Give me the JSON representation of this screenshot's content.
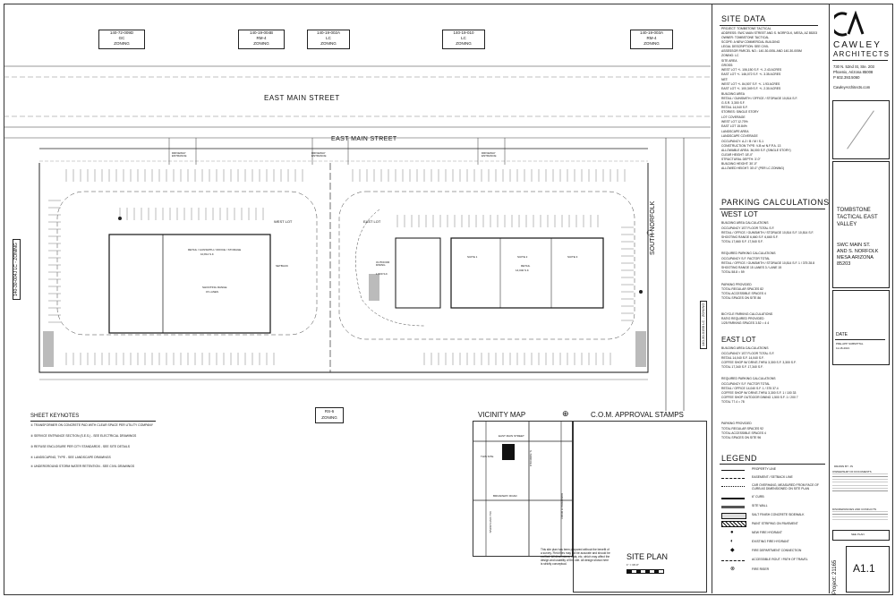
{
  "zoning": [
    {
      "code": "140-72-009D",
      "zone": "GC",
      "z": "ZONING"
    },
    {
      "code": "140-19-004B",
      "zone": "RM-4",
      "z": "ZONING"
    },
    {
      "code": "140-19-002A",
      "zone": "LC",
      "z": "ZONING"
    },
    {
      "code": "140-19-010",
      "zone": "LC",
      "z": "ZONING"
    },
    {
      "code": "140-19-003A",
      "zone": "RM-4",
      "z": "ZONING"
    }
  ],
  "zoning_left": "140-30-004J LC - ZONING",
  "zoning_right": "140-30-015B LC - ZONING",
  "zoning_bottom": {
    "zone": "RS-6",
    "z": "ZONING"
  },
  "streets": {
    "east_main_top": "EAST MAIN STREET",
    "east_main": "EAST MAIN STREET",
    "south_norfolk": "SOUTH NORFOLK"
  },
  "plan_labels": {
    "driveway1": "DRIVEWAY ENTRANCE",
    "driveway2": "DRIVEWAY ENTRANCE",
    "driveway3": "DRIVEWAY ENTRANCE",
    "west_lot": "WEST LOT",
    "east_lot": "EAST LOT",
    "bldg1": "RETAIL / GUNSMITH / OFFICE / STORAGE",
    "bldg1_sf": "10,814 S.F.",
    "shooting": "SHOOTING RANGE",
    "lanes": "15 LANES",
    "outdoor": "OUTDOOR DINING",
    "outdoor_sf": "1,500 S.F.",
    "suite1": "SUITE 1",
    "suite2": "SUITE 2",
    "suite3": "SUITE 3",
    "retail": "RETAIL",
    "retail_sf": "14,040 S.F.",
    "setback": "SETBACK"
  },
  "site_data": {
    "title": "SITE DATA",
    "rows": [
      [
        "PROJECT:",
        "TOMBSTONE TACTICAL"
      ],
      [
        "ADDRESS:",
        "SWC MAIN STREET AND S. NORFOLK, MESA, AZ 85203"
      ],
      [
        "OWNER:",
        "TOMBSTONE TACTICAL"
      ],
      [
        "SCOPE:",
        "A NEW COMMERCIAL BUILDING"
      ],
      [
        "LEGAL DESCRIPTION:",
        "SEE CIVIL"
      ],
      [
        "ASSESSOR PARCEL NO.:",
        "140-30-005L AND 140-30-005M"
      ],
      [
        "ZONING:",
        "LC"
      ],
      [
        "SITE AREA",
        ""
      ],
      [
        "GROSS:",
        ""
      ],
      [
        "WEST LOT",
        "+/- 106,150 S.F.   +/- 2.43 ACRES"
      ],
      [
        "EAST LOT",
        "+/- 146,072 S.F.   +/- 3.35 ACRES"
      ],
      [
        "NET:",
        ""
      ],
      [
        "WEST LOT",
        "+/- 84,507 S.F.   +/- 1.93 ACRES"
      ],
      [
        "EAST LOT",
        "+/- 100,349 S.F.   +/- 2.30 ACRES"
      ],
      [
        "BUILDING AREA",
        ""
      ],
      [
        "RETAIL / GUNSMITH / OFFICE / STORAGE",
        "10,814 S.F."
      ],
      [
        "G.S.R.",
        "3,300 S.F."
      ],
      [
        "RETAIL",
        "14,040 S.F."
      ],
      [
        "STORIES:",
        "SINGLE STORY"
      ],
      [
        "LOT COVERAGE",
        ""
      ],
      [
        "WEST LOT",
        "12.70%"
      ],
      [
        "EAST LOT",
        "15.84%"
      ],
      [
        "LANDSCAPE AREA",
        ""
      ],
      [
        "LANDSCAPE COVERAGE",
        ""
      ],
      [
        "OCCUPANCY:",
        "A-2 / B / M / S-1"
      ],
      [
        "CONSTRUCTION TYPE:",
        "V-B w/ N.F.P.A. 13"
      ],
      [
        "ALLOWABLE AREA:",
        "36,000 S.F. (SINGLE STORY)"
      ],
      [
        "CLEAR HEIGHT:",
        "18'-0\""
      ],
      [
        "STRUCTURAL DEPTH:",
        "3'-0\""
      ],
      [
        "BUILDING HEIGHT:",
        "30'-0\""
      ],
      [
        "ALLOWED HEIGHT:",
        "30'-0\" (PER LC ZONING)"
      ]
    ]
  },
  "parking": {
    "title": "PARKING CALCULATIONS",
    "west_title": "WEST LOT",
    "west_rows": [
      "BUILDING AREA CALCULATIONS",
      "OCCUPANCY            1ST FLOOR      TOTAL S.F.",
      "RETAIL / OFFICE / GUNSMITH / STORAGE   10,814 S.F.   10,814 S.F.",
      "SHOOTING RANGE       6,660 S.F.     6,660 S.F.",
      "TOTAL                17,660 S.F.    17,540 S.F.",
      "REQUIRED PARKING CALCULATIONS",
      "OCCUPANCY          S.F.       FACTOR     TOTAL",
      "RETAIL / OFFICE / GUNSMITH / STORAGE   10,814 S.F.   1 / 375   28.8",
      "SHOOTING RANGE     15 LANES   3 / LANE   15",
      "TOTAL                                    58.8 = 59",
      "PARKING PROVIDED",
      "TOTAL REGULAR SPACES                     82",
      "TOTAL ACCESSIBLE SPACES                  4",
      "TOTAL SPACES ON SITE                     86",
      "BICYCLE PARKING CALCULATIONS",
      "RATIO          REQUIRED    PROVIDED",
      "1/25 PARKING SPACES    3.52 = 4    4"
    ],
    "east_title": "EAST LOT",
    "east_rows": [
      "BUILDING AREA CALCULATIONS",
      "OCCUPANCY          1ST FLOOR      TOTAL S.F.",
      "RETAIL             14,040 S.F.    14,040 S.F.",
      "COFFEE SHOP W/ DRIVE-THRU   3,300 S.F.   3,300 S.F.",
      "TOTAL              17,340 S.F.    17,340 S.F.",
      "REQUIRED PARKING CALCULATIONS",
      "OCCUPANCY          S.F.       FACTOR     TOTAL",
      "RETAIL / OFFICE    14,040 S.F.   1 / 375   37.4",
      "COFFEE SHOP W/ DRIVE-THRU   3,300 S.F.   1 / 100   33",
      "COFFEE SHOP OUTDOOR DINING  1,500 S.F.   1 / 200   7",
      "TOTAL                                    77.4 = 78",
      "PARKING PROVIDED",
      "TOTAL REGULAR SPACES                     92",
      "TOTAL ACCESSIBLE SPACES                  4",
      "TOTAL SPACES ON SITE                     96"
    ]
  },
  "legend": {
    "title": "LEGEND",
    "items": [
      "PROPERTY LINE",
      "EASEMENT / SETBACK LINE",
      "CAR OVERHANG, MEASURED FROM FACE OF CURB AS DIMENSIONED ON SITE PLAN",
      "6\" CURB",
      "SITE WALL",
      "SALT FINISH CONCRETE SIDEWALK",
      "PAINT STRIPING ON PAVEMENT",
      "NEW FIRE HYDRANT",
      "EXISTING FIRE HYDRANT",
      "FIRE DEPARTMENT CONNECTION",
      "ACCESSIBLE ROUT / PATH OF TRAVEL",
      "FIRE RISER"
    ]
  },
  "keynotes": {
    "title": "SHEET KEYNOTES",
    "items": [
      "TRANSFORMER ON CONCRETE PAD WITH CLEAR SPACE PER UTILITY COMPANY",
      "SERVICE ENTRANCE SECTION (S.E.S.) - SEE ELECTRICAL DRAWINGS",
      "REFUSE ENCLOSURE PER CITY STANDARDS - SEE SITE DETAILS",
      "LANDSCAPING, TYPE - SEE LANDSCAPE DRAWINGS",
      "UNDERGROUND STORM WATER RETENTION - SEE CIVIL DRAWINGS"
    ]
  },
  "vicinity": {
    "title": "VICINITY MAP",
    "east_main": "EAST MAIN STREET",
    "this_site": "THIS SITE",
    "broadway": "BROADWAY ROAD",
    "norfolk": "S. NORFOLK",
    "val_vista": "VAL VISTA DRIVE",
    "greenfield": "GREENFIELD ROAD"
  },
  "stamps": {
    "title": "C.O.M. APPROVAL STAMPS"
  },
  "disclaimer": "This site plan has been prepared without the benefit of a survey. Field files may not be accurate and should be verified. All dimensions, data, etc. which may affect the design and usability of this site. All design shown here is strictly conceptual.",
  "site_plan": {
    "title": "SITE PLAN",
    "scale": "1\" = 30'-0\""
  },
  "firm": {
    "name1": "CAWLEY",
    "name2": "ARCHITECTS",
    "addr1": "730 N. 52nd St, Ste. 203",
    "addr2": "Phoenix, Arizona 85008",
    "phone": "P 602.393.5060",
    "web": "CawleyArchitects.com"
  },
  "project": {
    "name": "TOMBSTONE TACTICAL EAST VALLEY",
    "addr": "SWC MAIN ST. AND S. NORFOLK MESA ARIZONA 85203",
    "date_label": "DATE",
    "date_1": "PRE-APP SUBMITTAL",
    "date_2": "11-18-2021",
    "drawn_by": "DRAWN BY: JS",
    "ownership_title": "OWNERSHIP OF DOCUMENTS",
    "discrepancies": "DISCREPANCIES AND CONFLICTS",
    "project_no": "Project: 21165",
    "sheet": "A1.1",
    "seal": "SEE PLAN"
  }
}
